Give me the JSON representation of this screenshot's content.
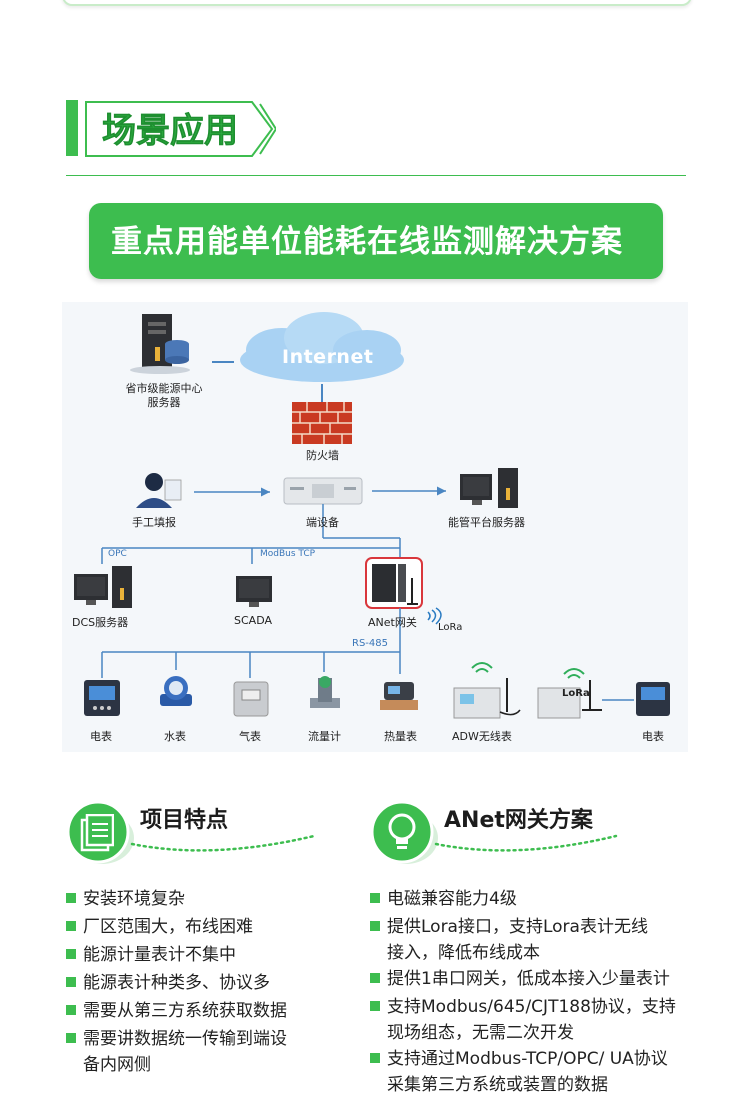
{
  "section": {
    "title": "场景应用"
  },
  "banner": {
    "title": "重点用能单位能耗在线监测解决方案"
  },
  "diagram": {
    "internet": "Internet",
    "provincial_center": [
      "省市级能源中心",
      "服务器"
    ],
    "firewall": "防火墙",
    "manual_entry": "手工填报",
    "edge_device": "端设备",
    "platform_server": "能管平台服务器",
    "opc": "OPC",
    "modbus_tcp": "ModBus TCP",
    "dcs": "DCS服务器",
    "scada": "SCADA",
    "anet_gateway": "ANet网关",
    "lora": "LoRa",
    "rs485": "RS-485",
    "meters": [
      "电表",
      "水表",
      "气表",
      "流量计",
      "热量表",
      "ADW无线表"
    ],
    "lora_node": "LoRa",
    "last_meter": "电表"
  },
  "features": {
    "title": "项目特点",
    "items": [
      [
        "安装环境复杂"
      ],
      [
        "厂区范围大，布线困难"
      ],
      [
        "能源计量表计不集中"
      ],
      [
        "能源表计种类多、协议多"
      ],
      [
        "需要从第三方系统获取数据"
      ],
      [
        "需要讲数据统一传输到端设",
        "备内网侧"
      ]
    ]
  },
  "solution": {
    "title": "ANet网关方案",
    "items": [
      [
        "电磁兼容能力4级"
      ],
      [
        "提供Lora接口，支持Lora表计无线",
        "接入，降低布线成本"
      ],
      [
        "提供1串口网关，低成本接入少量表计"
      ],
      [
        "支持Modbus/645/CJT188协议，支持",
        "现场组态，无需二次开发"
      ],
      [
        "支持通过Modbus-TCP/OPC/ UA协议",
        "采集第三方系统或装置的数据"
      ]
    ]
  },
  "colors": {
    "accent": "#3dbd4f",
    "firewall": "#d9452b",
    "cloud": "#9fcbf0"
  }
}
